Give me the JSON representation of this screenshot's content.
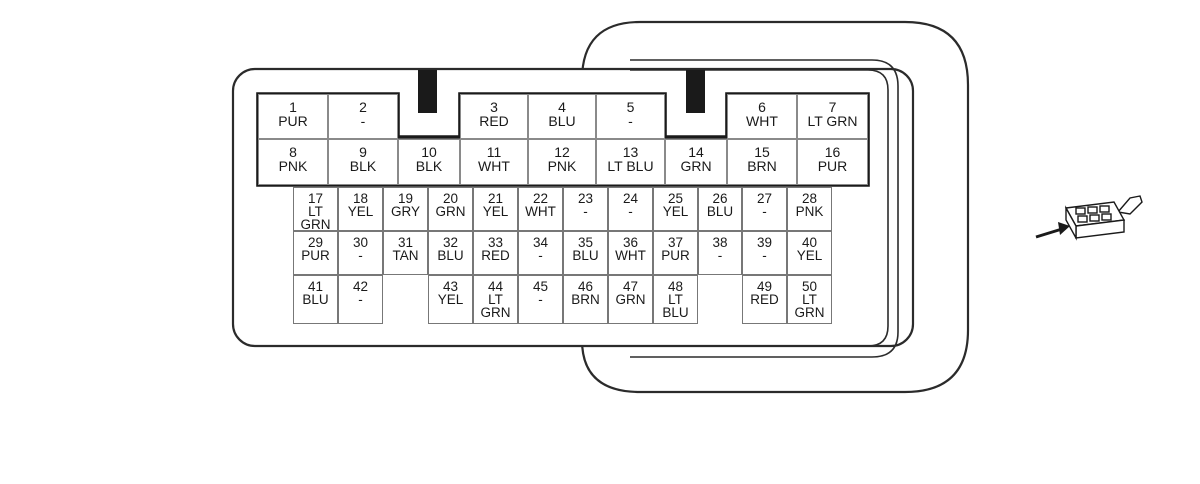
{
  "colors": {
    "outline": "#2b2b2b",
    "cell_border": "#777777",
    "background": "#ffffff"
  },
  "connector": {
    "pins": [
      {
        "n": "1",
        "c": "PUR"
      },
      {
        "n": "2",
        "c": "-"
      },
      {
        "n": "3",
        "c": "RED"
      },
      {
        "n": "4",
        "c": "BLU"
      },
      {
        "n": "5",
        "c": "-"
      },
      {
        "n": "6",
        "c": "WHT"
      },
      {
        "n": "7",
        "c": "LT GRN"
      },
      {
        "n": "8",
        "c": "PNK"
      },
      {
        "n": "9",
        "c": "BLK"
      },
      {
        "n": "10",
        "c": "BLK"
      },
      {
        "n": "11",
        "c": "WHT"
      },
      {
        "n": "12",
        "c": "PNK"
      },
      {
        "n": "13",
        "c": "LT BLU"
      },
      {
        "n": "14",
        "c": "GRN"
      },
      {
        "n": "15",
        "c": "BRN"
      },
      {
        "n": "16",
        "c": "PUR"
      },
      {
        "n": "17",
        "c": "LT\nGRN"
      },
      {
        "n": "18",
        "c": "YEL"
      },
      {
        "n": "19",
        "c": "GRY"
      },
      {
        "n": "20",
        "c": "GRN"
      },
      {
        "n": "21",
        "c": "YEL"
      },
      {
        "n": "22",
        "c": "WHT"
      },
      {
        "n": "23",
        "c": "-"
      },
      {
        "n": "24",
        "c": "-"
      },
      {
        "n": "25",
        "c": "YEL"
      },
      {
        "n": "26",
        "c": "BLU"
      },
      {
        "n": "27",
        "c": "-"
      },
      {
        "n": "28",
        "c": "PNK"
      },
      {
        "n": "29",
        "c": "PUR"
      },
      {
        "n": "30",
        "c": "-"
      },
      {
        "n": "31",
        "c": "TAN"
      },
      {
        "n": "32",
        "c": "BLU"
      },
      {
        "n": "33",
        "c": "RED"
      },
      {
        "n": "34",
        "c": "-"
      },
      {
        "n": "35",
        "c": "BLU"
      },
      {
        "n": "36",
        "c": "WHT"
      },
      {
        "n": "37",
        "c": "PUR"
      },
      {
        "n": "38",
        "c": "-"
      },
      {
        "n": "39",
        "c": "-"
      },
      {
        "n": "40",
        "c": "YEL"
      },
      {
        "n": "41",
        "c": "BLU"
      },
      {
        "n": "42",
        "c": "-"
      },
      {
        "n": "43",
        "c": "YEL"
      },
      {
        "n": "44",
        "c": "LT\nGRN"
      },
      {
        "n": "45",
        "c": "-"
      },
      {
        "n": "46",
        "c": "BRN"
      },
      {
        "n": "47",
        "c": "GRN"
      },
      {
        "n": "48",
        "c": "LT\nBLU"
      },
      {
        "n": "49",
        "c": "RED"
      },
      {
        "n": "50",
        "c": "LT\nGRN"
      }
    ]
  },
  "icons": {
    "connector_view": "connector-plug-icon",
    "arrow": "arrow-icon"
  }
}
